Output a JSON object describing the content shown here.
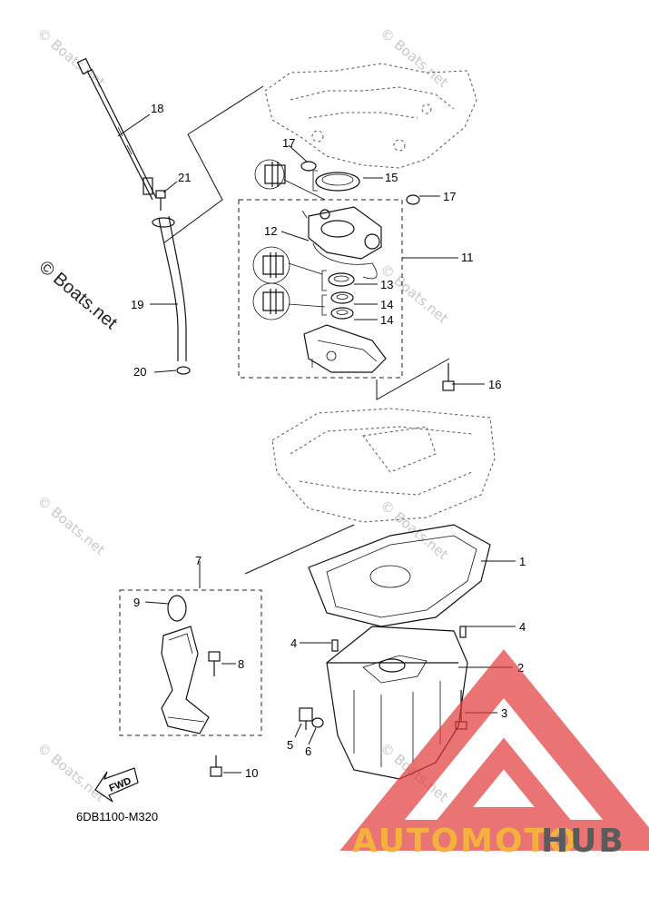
{
  "diagram": {
    "code": "6DB1100-M320",
    "fwd_label": "FWD",
    "watermark_main": "© Boats.net",
    "watermark_small": "© Boats.net",
    "brand": {
      "part1": "AUTOMOTO",
      "part2": "HUB",
      "color1": "#f4b13c",
      "color2": "#5b5b5b",
      "logo_color": "#e23a3a"
    },
    "callouts": {
      "c1": "1",
      "c2": "2",
      "c3": "3",
      "c4a": "4",
      "c4b": "4",
      "c5": "5",
      "c6": "6",
      "c7": "7",
      "c8": "8",
      "c9": "9",
      "c10": "10",
      "c11": "11",
      "c12": "12",
      "c13": "13",
      "c14a": "14",
      "c14b": "14",
      "c15": "15",
      "c16": "16",
      "c17a": "17",
      "c17b": "17",
      "c18": "18",
      "c19": "19",
      "c20": "20",
      "c21": "21"
    }
  }
}
